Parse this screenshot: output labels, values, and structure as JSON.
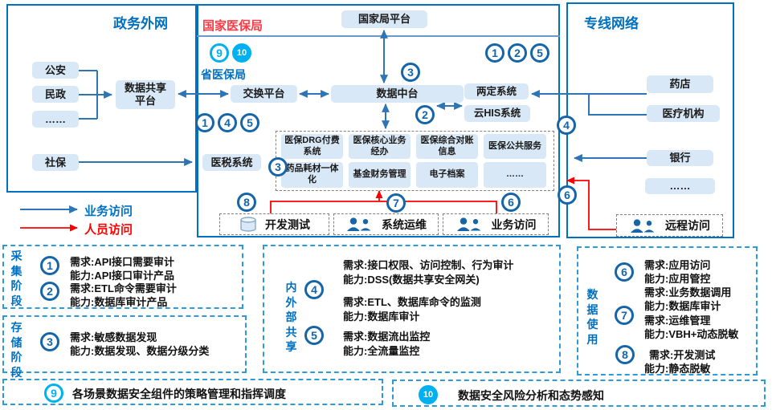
{
  "zones": {
    "gov": {
      "title": "政务外网",
      "nodes": {
        "police": "公安",
        "civil": "民政",
        "dots": "……",
        "social": "社保",
        "share_platform": "数据共享平台"
      }
    },
    "nhsa": {
      "title": "国家医保局",
      "national_platform": "国家局平台",
      "province_bureau": "省医保局",
      "exchange_platform": "交换平台",
      "data_hub": "数据中台",
      "tax_system": "医税系统",
      "liangding_system": "两定系统",
      "cloud_his": "云HIS系统",
      "apps": [
        "医保DRG付费系统",
        "医保核心业务经办",
        "医保综合对账信息",
        "医保公共服务",
        "药品耗材一体化",
        "基金财务管理",
        "电子档案",
        "……"
      ],
      "ops": [
        {
          "icon": "database-icon",
          "label": "开发测试"
        },
        {
          "icon": "people-icon",
          "label": "系统运维"
        },
        {
          "icon": "people-icon",
          "label": "业务访问"
        }
      ]
    },
    "leased": {
      "title": "专线网络",
      "nodes": {
        "pharmacy": "药店",
        "medical_org": "医疗机构",
        "bank": "银行",
        "dots": "……"
      },
      "remote_access": "远程访问"
    }
  },
  "legend": {
    "business": "业务访问",
    "personnel": "人员访问"
  },
  "badges": {
    "n1": "1",
    "n2": "2",
    "n3": "3",
    "n4": "4",
    "n5": "5",
    "n6": "6",
    "n7": "7",
    "n8": "8",
    "n9": "9",
    "n10": "10"
  },
  "panels": {
    "collection": {
      "label": "采集阶段",
      "items": [
        {
          "n": "1",
          "req": "需求:API接口需要审计",
          "cap": "能力:API接口审计产品"
        },
        {
          "n": "2",
          "req": "需求:ETL命令需要审计",
          "cap": "能力:数据库审计产品"
        }
      ]
    },
    "storage": {
      "label": "存储阶段",
      "items": [
        {
          "n": "3",
          "req": "需求:敏感数据发现",
          "cap": "能力:数据发现、数据分级分类"
        }
      ]
    },
    "sharing": {
      "label": "内外部共享",
      "items": [
        {
          "n": "4",
          "lines": [
            "需求:接口权限、访问控制、行为审计",
            "能力:DSS(数据共享安全网关)",
            "需求:ETL、数据库命令的监测",
            "能力:数据库审计"
          ]
        },
        {
          "n": "5",
          "lines": [
            "需求:数据流出监控",
            "能力:全流量监控"
          ]
        }
      ]
    },
    "usage": {
      "label": "数据使用",
      "items": [
        {
          "n": "6",
          "lines": [
            "需求:应用访问",
            "能力:应用管控",
            "需求:业务数据调用",
            "能力:数据库审计"
          ]
        },
        {
          "n": "7",
          "lines": [
            "需求:运维管理",
            "能力:VBH+动态脱敏"
          ]
        },
        {
          "n": "8",
          "lines": [
            "需求:开发测试",
            "能力:静态脱敏"
          ]
        }
      ]
    }
  },
  "strips": [
    {
      "n": "9",
      "text": "各场景数据安全组件的策略管理和指挥调度"
    },
    {
      "n": "10",
      "text": "数据安全风险分析和态势感知"
    }
  ],
  "colors": {
    "primary_blue": "#1565a8",
    "arrow_blue": "#2e75b6",
    "light_blue_fill": "#d9e8f6",
    "cyan": "#00b0f0",
    "red": "#ff0000",
    "title_red": "#fb3a45",
    "label_blue": "#0070c0"
  }
}
